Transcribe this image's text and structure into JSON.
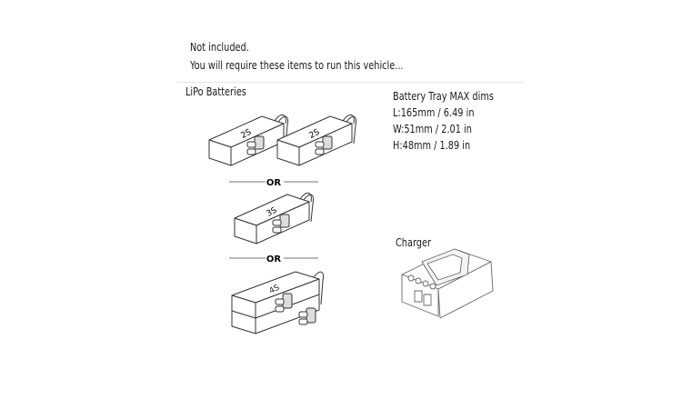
{
  "intro": {
    "line1": "Not included.",
    "line2": "You will require these items to run this vehicle..."
  },
  "lipo": {
    "heading": "LiPo Batteries",
    "separator": "OR",
    "batteries": [
      "2S",
      "2S",
      "3S",
      "4S"
    ]
  },
  "tray": {
    "heading": "Battery Tray MAX dims",
    "length": "L:165mm / 6.49 in",
    "width": "W:51mm / 2.01 in",
    "height": "H:48mm / 1.89 in"
  },
  "charger": {
    "heading": "Charger"
  }
}
